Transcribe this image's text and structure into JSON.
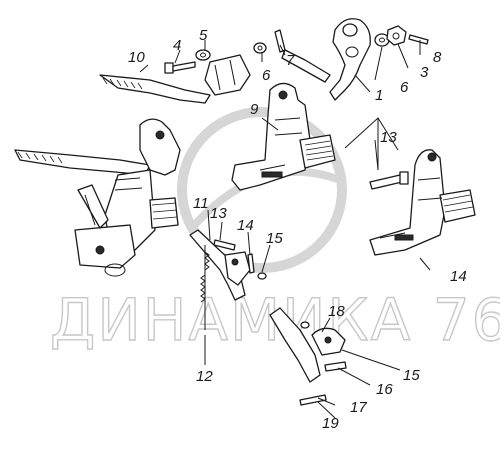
{
  "watermark": {
    "text": "ДИНАМИКА 76"
  },
  "callouts": [
    "10",
    "4",
    "5",
    "6",
    "7",
    "1",
    "6",
    "3",
    "8",
    "9",
    "13",
    "11",
    "13",
    "14",
    "15",
    "14",
    "12",
    "18",
    "15",
    "16",
    "17",
    "19"
  ]
}
